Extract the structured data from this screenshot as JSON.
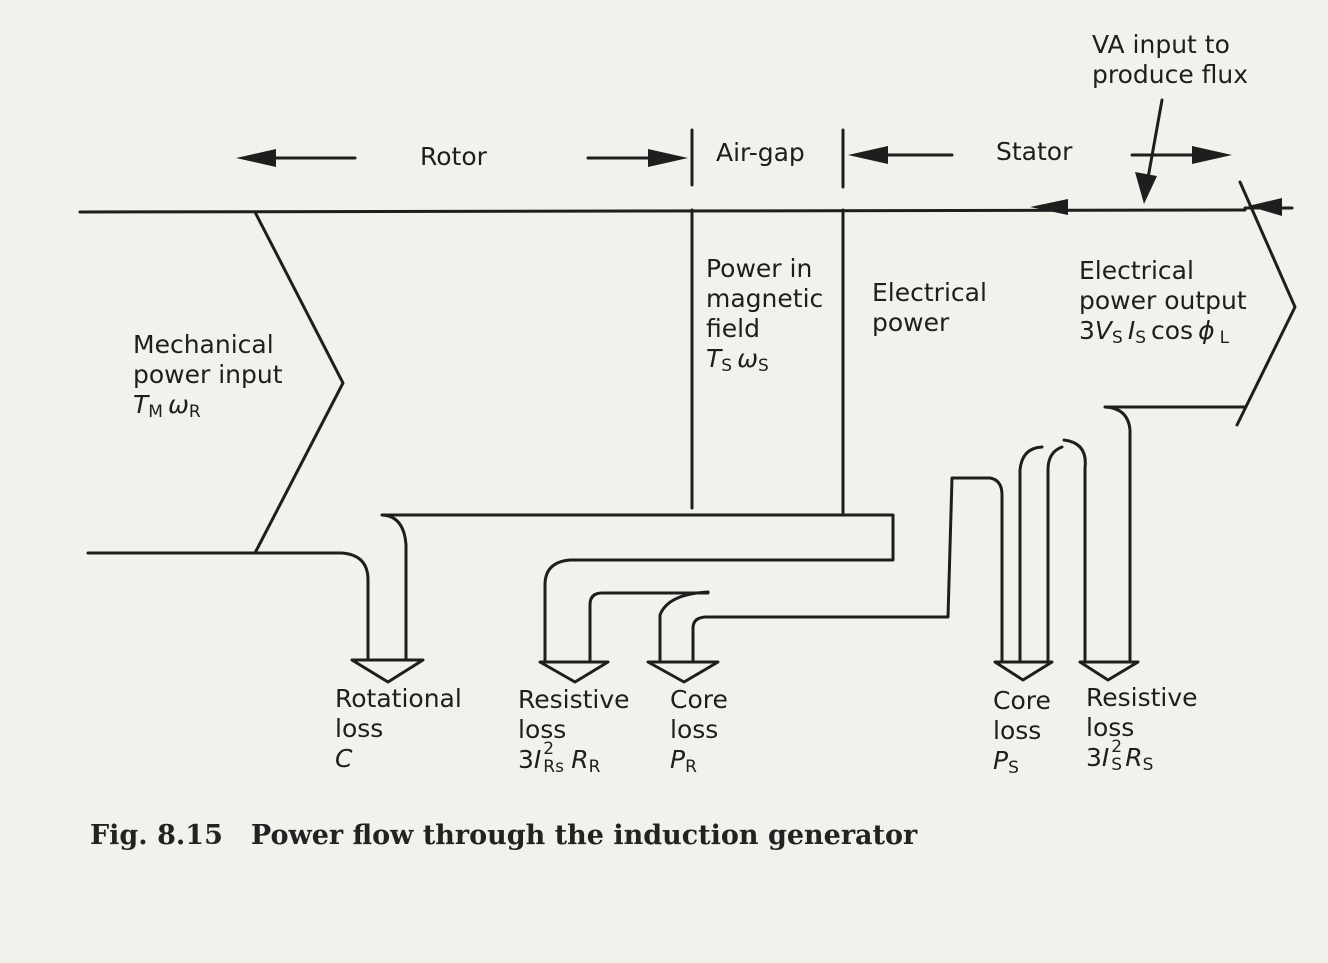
{
  "sections": {
    "rotor": "Rotor",
    "air_gap": "Air-gap",
    "stator": "Stator"
  },
  "va_input": {
    "line1": "VA input to",
    "line2": "produce flux"
  },
  "mechanical_input": {
    "line1": "Mechanical",
    "line2": "power input",
    "symbol_T": "T",
    "symbol_T_sub": "M",
    "symbol_w": "ω",
    "symbol_w_sub": "R"
  },
  "magnetic_field": {
    "line1": "Power in",
    "line2": "magnetic",
    "line3": "field",
    "symbol_T": "T",
    "symbol_T_sub": "S",
    "symbol_w": "ω",
    "symbol_w_sub": "S"
  },
  "electrical_power": {
    "line1": "Electrical",
    "line2": "power"
  },
  "electrical_output": {
    "line1": "Electrical",
    "line2": "power output",
    "prefix": "3",
    "V": "V",
    "V_sub": "S",
    "I": "I",
    "I_sub": "S",
    "cos": "cos",
    "phi": "ϕ",
    "phi_sub": "L"
  },
  "losses": {
    "rotational": {
      "line1": "Rotational",
      "line2": "loss",
      "symbol": "C"
    },
    "rotor_resistive": {
      "line1": "Resistive",
      "line2": "loss",
      "prefix": "3",
      "I": "I",
      "I_sup": "2",
      "I_sub": "Rs",
      "R": "R",
      "R_sub": "R"
    },
    "rotor_core": {
      "line1": "Core",
      "line2": "loss",
      "P": "P",
      "P_sub": "R"
    },
    "stator_core": {
      "line1": "Core",
      "line2": "loss",
      "P": "P",
      "P_sub": "S"
    },
    "stator_resistive": {
      "line1": "Resistive",
      "line2": "loss",
      "prefix": "3",
      "I": "I",
      "I_sup": "2",
      "I_sub": "S",
      "R": "R",
      "R_sub": "S"
    }
  },
  "caption": {
    "number": "Fig. 8.15",
    "text": "Power flow through the induction generator"
  },
  "colors": {
    "ink": "#1e1e1e",
    "paper": "#f3f1ec"
  }
}
